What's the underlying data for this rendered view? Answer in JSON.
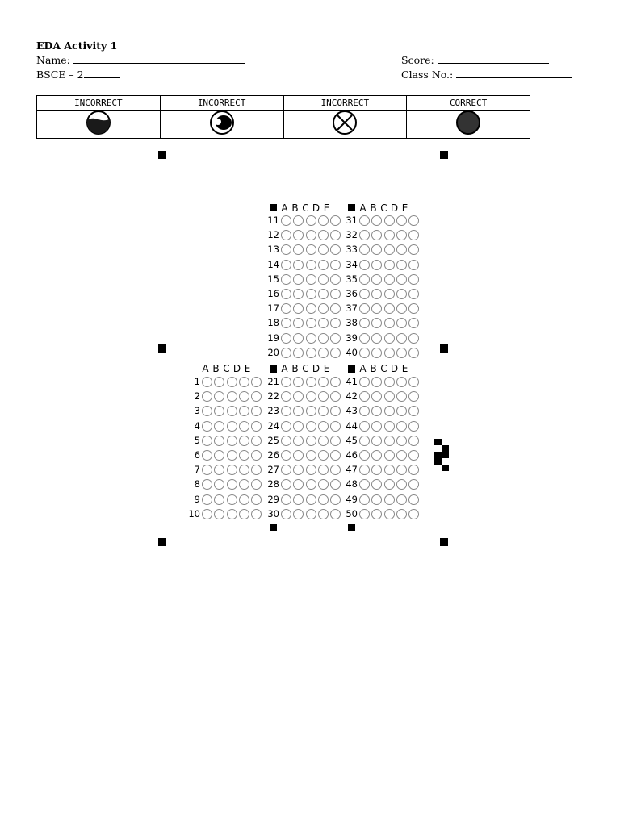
{
  "header": {
    "title": "EDA Activity 1",
    "name_label": "Name:",
    "section_label": "BSCE – 2",
    "score_label": "Score:",
    "class_no_label": "Class No.:"
  },
  "legend": {
    "items": [
      {
        "label": "INCORRECT",
        "symbol": "half-filled-bubble-icon"
      },
      {
        "label": "INCORRECT",
        "symbol": "partial-dot-bubble-icon"
      },
      {
        "label": "INCORRECT",
        "symbol": "crossed-bubble-icon"
      },
      {
        "label": "CORRECT",
        "symbol": "fully-filled-bubble-icon"
      }
    ]
  },
  "answer_sheet": {
    "choices": [
      "A",
      "B",
      "C",
      "D",
      "E"
    ],
    "bubble_color": "#888888",
    "blocks": [
      {
        "start": 1,
        "end": 10
      },
      {
        "start": 11,
        "end": 20
      },
      {
        "start": 21,
        "end": 30
      },
      {
        "start": 31,
        "end": 40
      },
      {
        "start": 41,
        "end": 50
      }
    ]
  }
}
